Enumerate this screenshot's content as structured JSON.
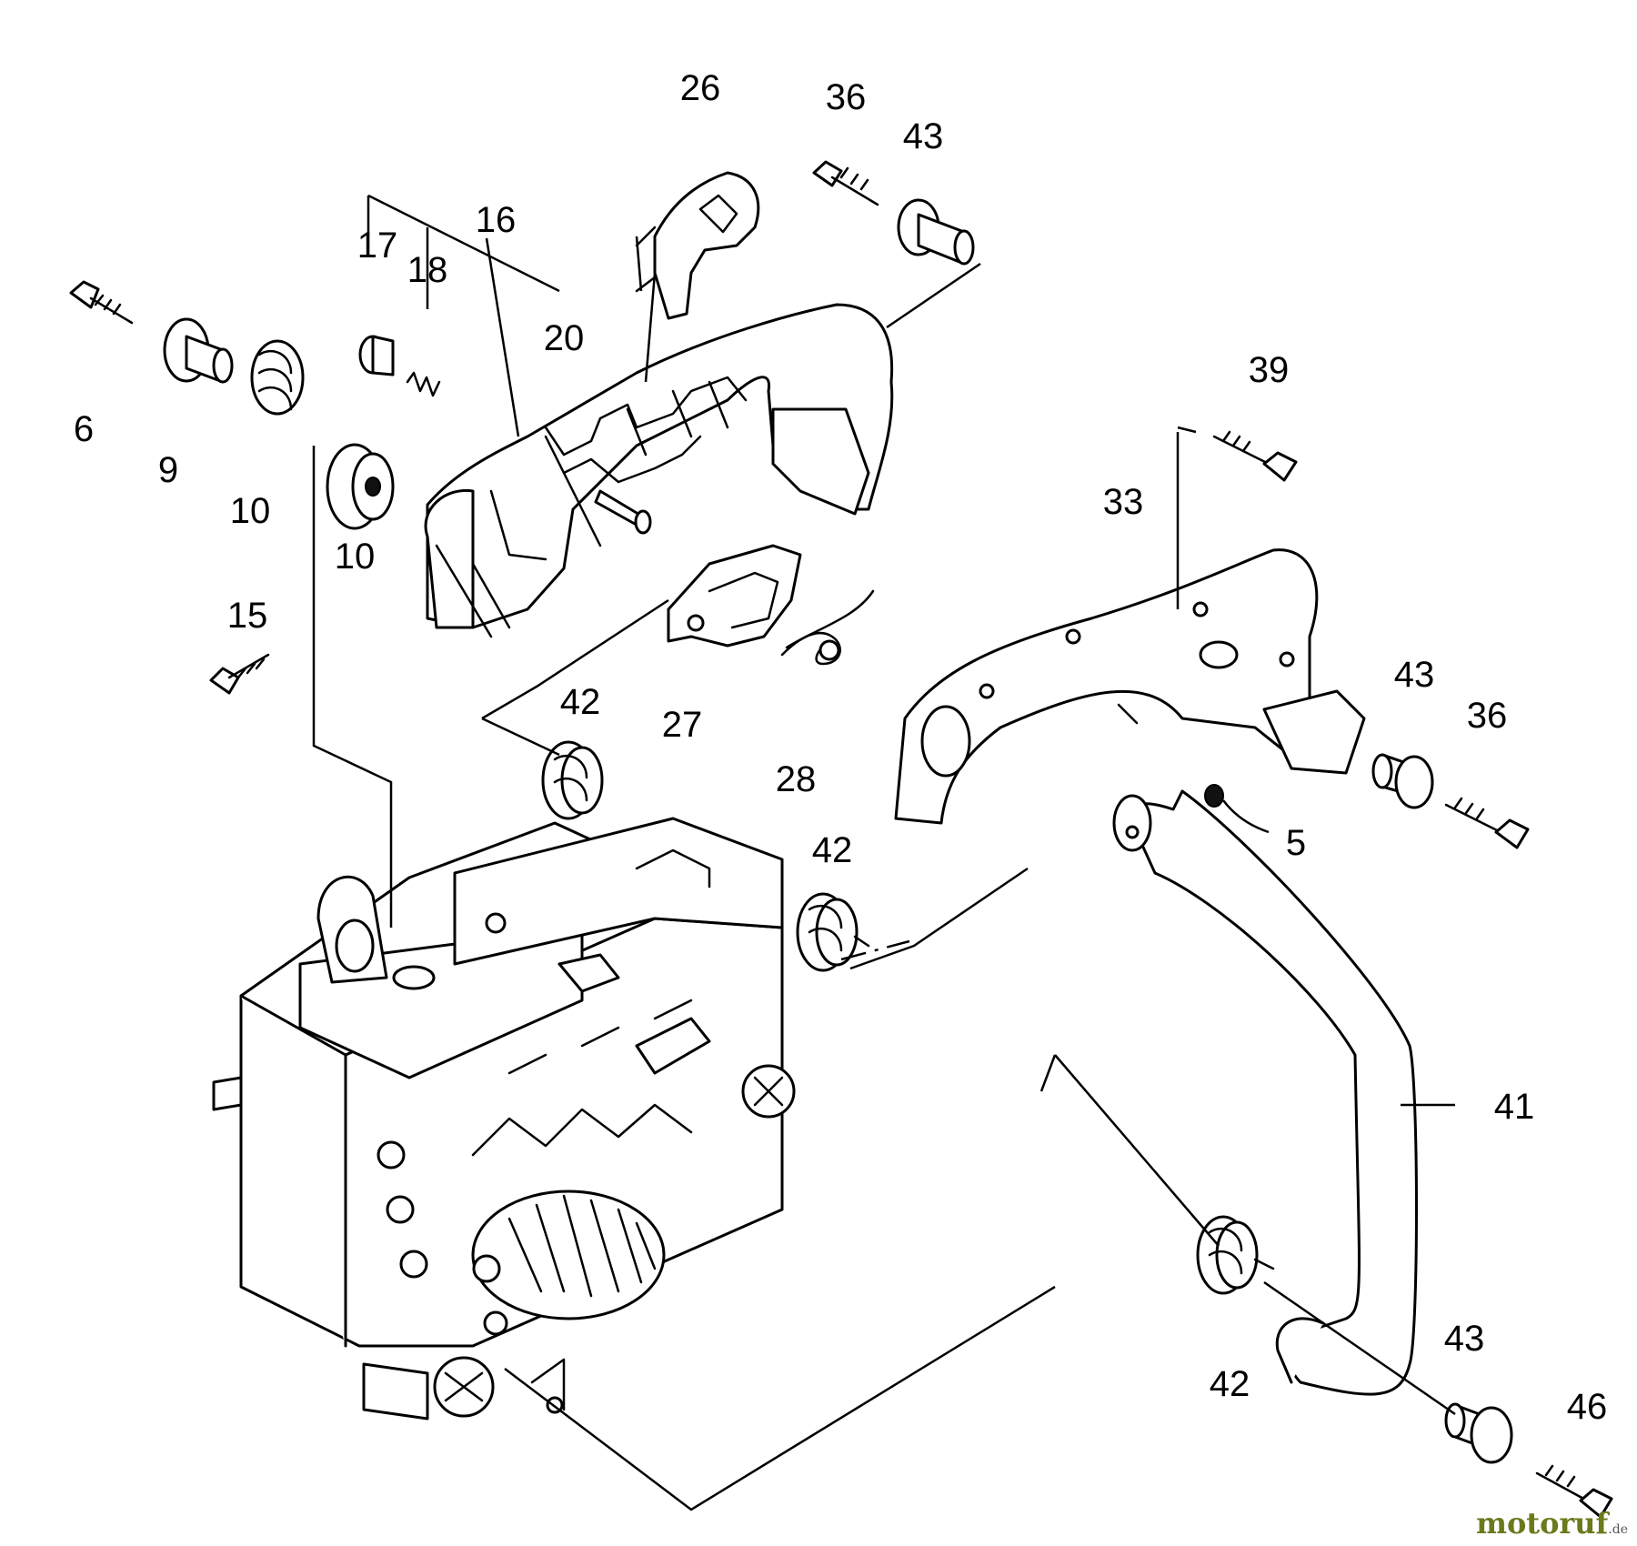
{
  "diagram": {
    "labels": {
      "l6": "6",
      "l9": "9",
      "l10a": "10",
      "l10b": "10",
      "l15": "15",
      "l16": "16",
      "l17": "17",
      "l18": "18",
      "l20": "20",
      "l26": "26",
      "l27": "27",
      "l28": "28",
      "l36a": "36",
      "l43a": "43",
      "l39": "39",
      "l33": "33",
      "l42a": "42",
      "l42b": "42",
      "l5": "5",
      "l43b": "43",
      "l36b": "36",
      "l41": "41",
      "l42c": "42",
      "l43c": "43",
      "l46": "46"
    }
  },
  "watermark": {
    "brand": "motoruf",
    "suffix": ".de"
  }
}
